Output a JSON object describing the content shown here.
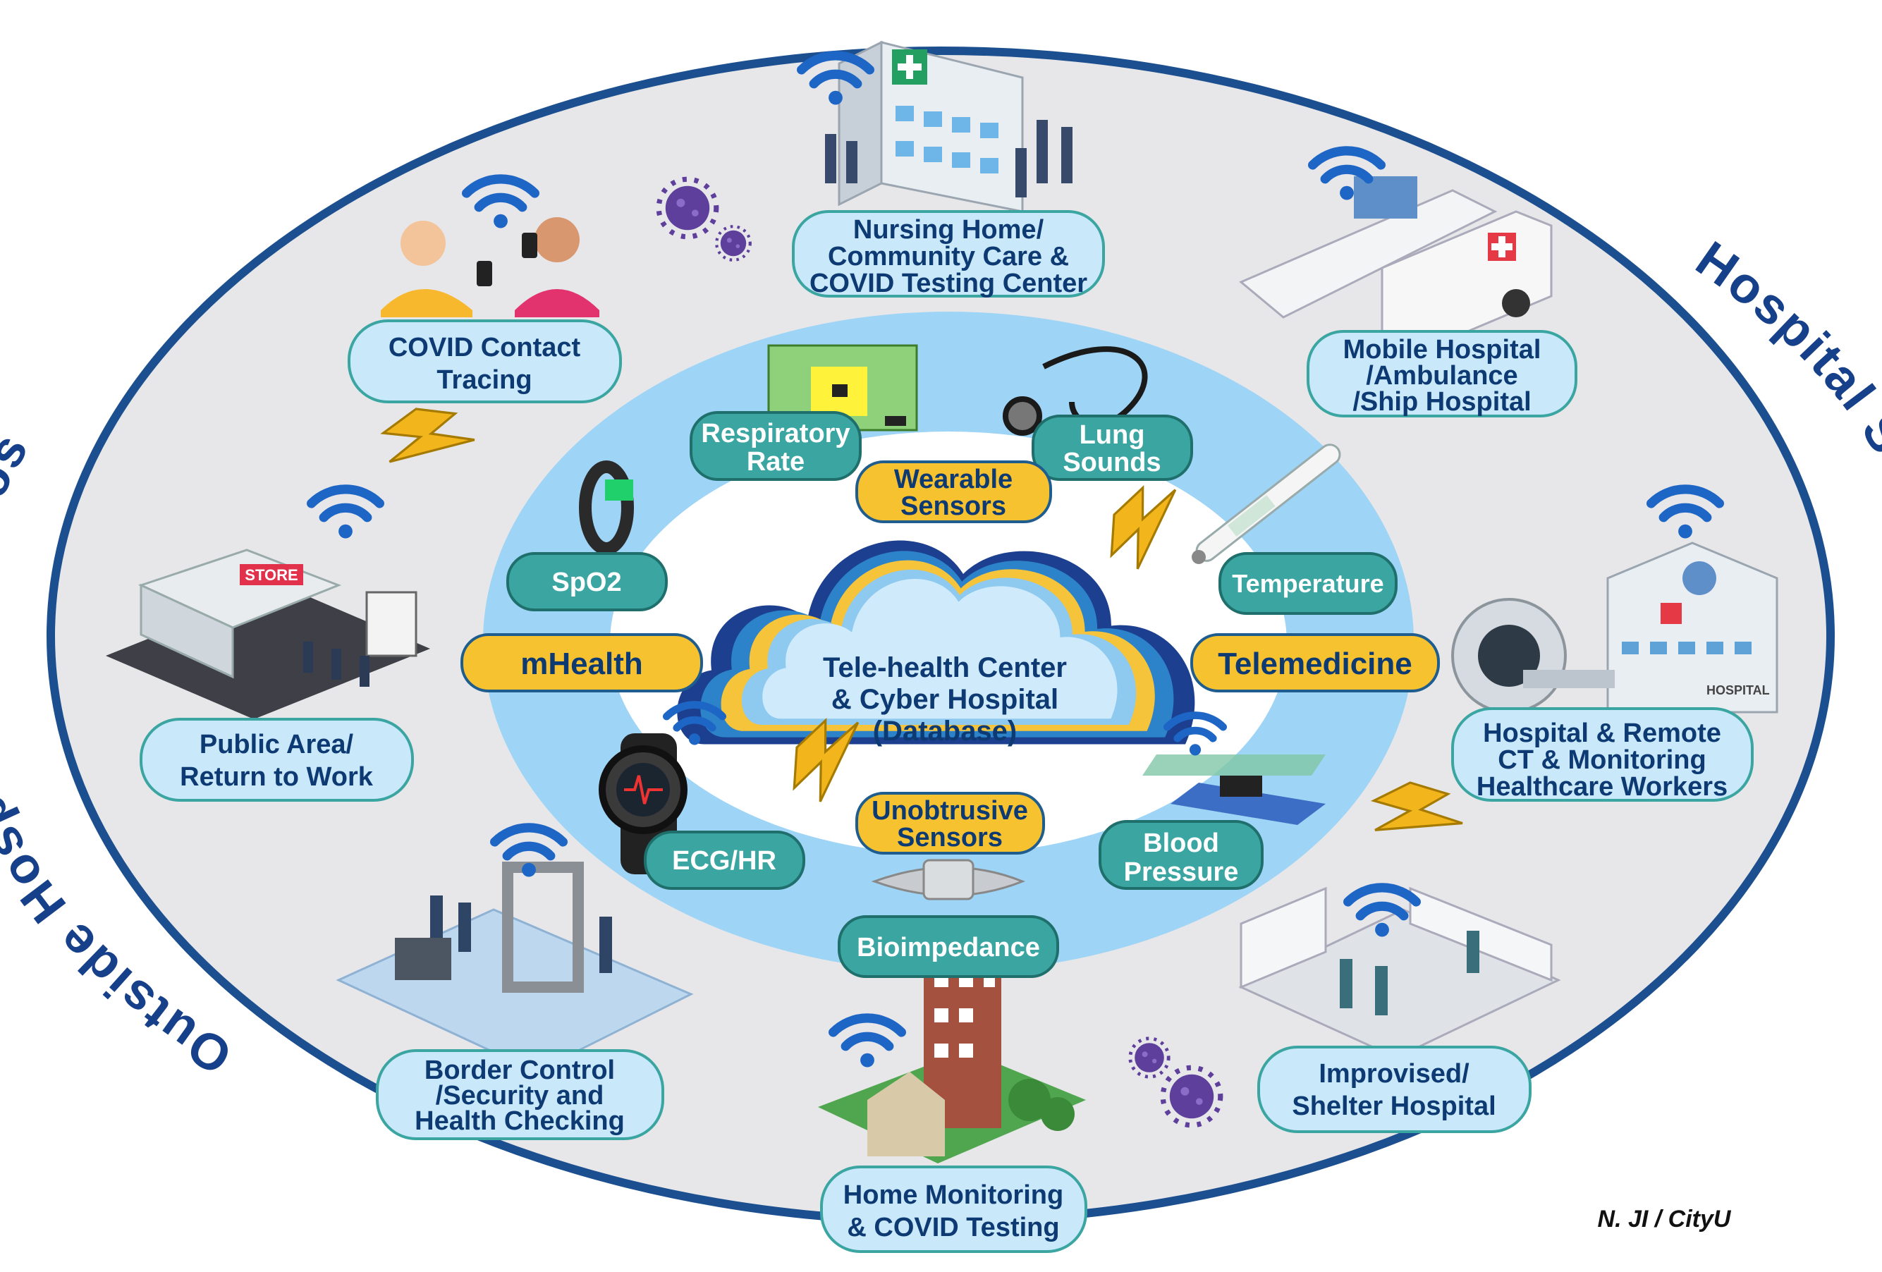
{
  "arc_left": "Outside Hospital Scenarios",
  "arc_right": "Hospital Scenarios",
  "center": {
    "lines": [
      "Tele-health Center",
      "& Cyber Hospital",
      "(Database)"
    ]
  },
  "modalities": {
    "wearable": [
      "Wearable",
      "Sensors"
    ],
    "unobtrusive": [
      "Unobtrusive",
      "Sensors"
    ],
    "mhealth": "mHealth",
    "telemedicine": "Telemedicine"
  },
  "sensors": {
    "respiratory": [
      "Respiratory",
      "Rate"
    ],
    "lung": [
      "Lung",
      "Sounds"
    ],
    "spo2": "SpO2",
    "temperature": "Temperature",
    "ecg": "ECG/HR",
    "blood": [
      "Blood",
      "Pressure"
    ],
    "bioimpedance": "Bioimpedance"
  },
  "scenarios": {
    "nursing": [
      "Nursing Home/",
      "Community Care &",
      "COVID Testing Center"
    ],
    "contact": [
      "COVID Contact",
      "Tracing"
    ],
    "public": [
      "Public Area/",
      "Return to Work"
    ],
    "border": [
      "Border Control",
      "/Security and",
      "Health Checking"
    ],
    "home": [
      "Home Monitoring",
      "& COVID Testing"
    ],
    "mobile": [
      "Mobile Hospital",
      "/Ambulance",
      "/Ship Hospital"
    ],
    "remote": [
      "Hospital & Remote",
      "CT & Monitoring",
      "Healthcare Workers"
    ],
    "improvised": [
      "Improvised/",
      "Shelter Hospital"
    ]
  },
  "illustration_text": {
    "store": "STORE",
    "hospital_sign": "HOSPITAL"
  },
  "signature": "N. JI / CityU",
  "colors": {
    "outer_border": "#1c4f8f",
    "ring": "#9ed4f5",
    "pill_light": "#c9e9fb",
    "pill_teal": "#3aa5a1",
    "pill_yellow": "#f7c22f",
    "cloud_navy": "#1c3f8f",
    "cloud_yellow": "#f6c43a"
  }
}
